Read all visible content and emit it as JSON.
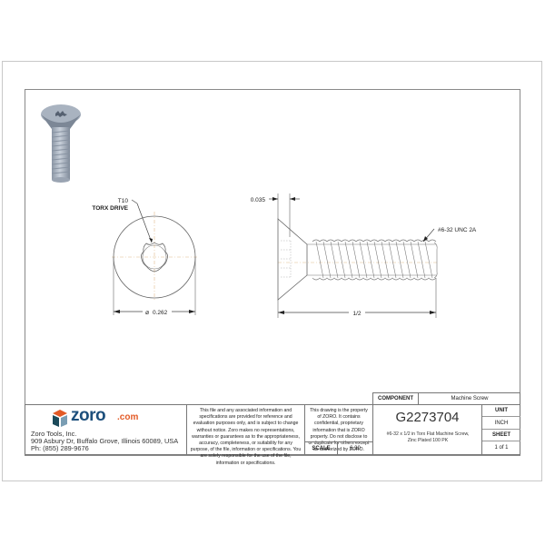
{
  "drawing": {
    "front_view": {
      "drive_callout": [
        "T10",
        "TORX DRIVE"
      ],
      "diameter_label": "0.262",
      "diameter_symbol": "⌀"
    },
    "side_view": {
      "head_dim_label": "0.035",
      "thread_callout": "#6-32 UNC 2A",
      "length_label": "1/2"
    },
    "product_image": "screw-3d-render"
  },
  "title_block": {
    "brand": {
      "name": "zoro",
      "suffix": ".com",
      "colors": {
        "orange": "#e35a26",
        "teal": "#1b4a5a",
        "blue": "#2b5a8c"
      }
    },
    "company": {
      "name": "Zoro Tools, Inc.",
      "address": "909 Asbury Dr, Buffalo Grove, Illinois 60089, USA",
      "phone": "Ph: (855) 289-9676"
    },
    "disclaimer": "This file and any associated information and specifications are provided for reference and evaluation purposes only, and is subject to change without notice. Zoro makes no representations, warranties or guarantees as to the appropriateness, accuracy, completeness, or suitability for any purpose, of the file, information or specifications. You are solely responsible for the use of the file, information or specifications.",
    "property_notice": "This drawing is the property of ZORO. It contains confidential, proprietary information that is ZORO property. Do not disclose to or duplicate for others except as authorized by ZORO.",
    "scale_label": "SCALE",
    "scale_value": "6.30",
    "component_label": "COMPONENT",
    "component_value": "Machine Screw",
    "part_number": "G2273704",
    "description": "#6-32 x 1/2 in Torx Flat Machine Screw, Zinc Plated 100 PK",
    "unit_label": "UNIT",
    "unit_value": "INCH",
    "sheet_label": "SHEET",
    "sheet_value": "1 of 1"
  }
}
